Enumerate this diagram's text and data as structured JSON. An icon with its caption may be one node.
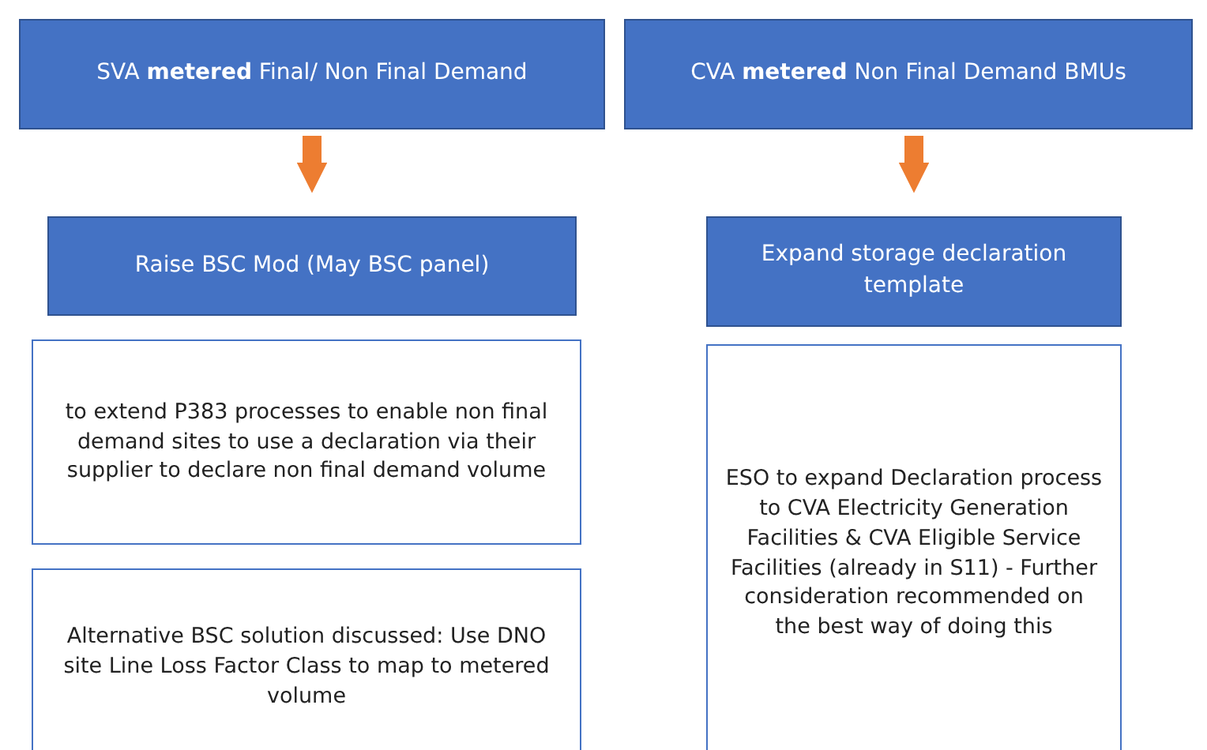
{
  "diagram": {
    "nodes": [
      {
        "text": [
          "SVA **metered** Final/ Non Final Demand"
        ]
      },
      {
        "text": [
          "Raise BSC Mod (May BSC panel)"
        ]
      },
      {
        "text": [
          "to extend P383 processes to enable non final demand sites to use a declaration via their supplier to declare non final demand volume"
        ]
      },
      {
        "text": [
          "Alternative BSC solution discussed: Use DNO site Line Loss Factor Class to map to metered volume"
        ]
      },
      {
        "text": [
          "CVA **metered** Non Final Demand BMUs"
        ]
      },
      {
        "text": [
          "Expand storage declaration template"
        ]
      },
      {
        "text": [
          "ESO to expand Declaration process to CVA Electricity Generation Facilities & CVA Eligible Service Facilities (already in S11) - Further consideration recommended on the best way of doing this"
        ]
      }
    ],
    "edges": [
      {
        "from": 0,
        "to": 1,
        "arrow": "to"
      },
      {
        "from": 4,
        "to": 5,
        "arrow": "to"
      }
    ]
  }
}
